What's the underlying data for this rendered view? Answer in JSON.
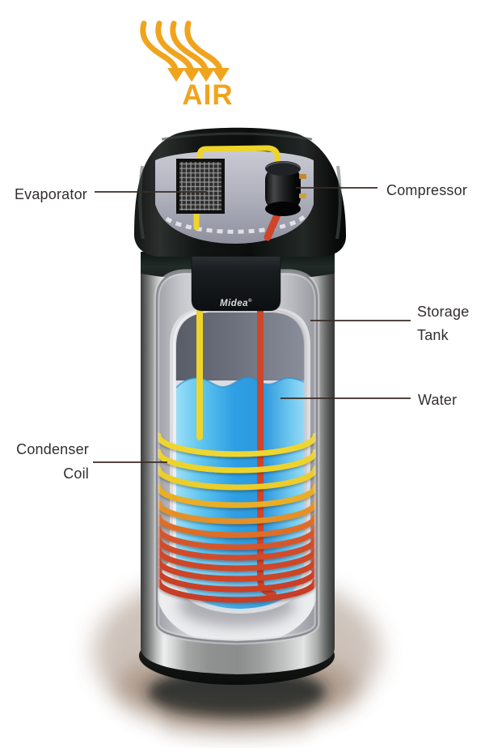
{
  "air": {
    "label": "AIR",
    "color": "#F0A41E"
  },
  "brand": {
    "logo_text": "Midea",
    "trademark": "®"
  },
  "labels": {
    "evaporator": "Evaporator",
    "compressor": "Compressor",
    "storage_tank": {
      "line1": "Storage",
      "line2": "Tank"
    },
    "water": "Water",
    "condenser_coil": {
      "line1": "Condenser",
      "line2": "Coil"
    }
  },
  "colors": {
    "leader_line": "#3A2B24",
    "label_text": "#332E2F",
    "tank_metal": "#9B9E9D",
    "unit_shell": "#10140F",
    "water_blue": "#2F9FE4",
    "inner_tank_grey": "#6F7380"
  },
  "pipes": {
    "cold": "#EED42B",
    "hot": "#D0452A"
  },
  "coil": {
    "colors": [
      "#EFD62D",
      "#EED32B",
      "#ECCD29",
      "#E9AE27",
      "#E59026",
      "#DE6E28",
      "#D6562B",
      "#D14C29",
      "#CE4728",
      "#CB4427",
      "#C94127",
      "#C73E26"
    ]
  }
}
